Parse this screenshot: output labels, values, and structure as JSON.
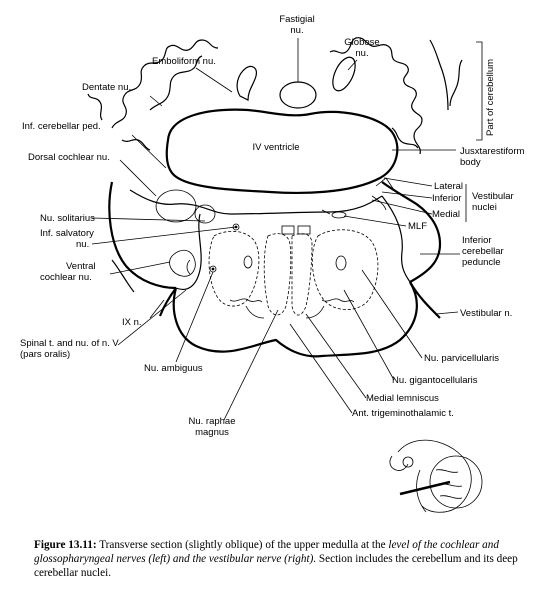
{
  "labels": {
    "fastigial_1": "Fastigial",
    "fastigial_2": "nu.",
    "globose_1": "Globose",
    "globose_2": "nu.",
    "emboliform": "Emboliform nu.",
    "dentate": "Dentate nu.",
    "part_of_cerebellum": "Part of cerebellum",
    "inf_cerebellar_ped": "Inf. cerebellar ped.",
    "iv_ventricle": "IV ventricle",
    "juxtarestiform_1": "Jusxtarestiform",
    "juxtarestiform_2": "body",
    "dorsal_cochlear": "Dorsal cochlear nu.",
    "lateral": "Lateral",
    "inferior": "Inferior",
    "medial": "Medial",
    "vestibular_nuclei_1": "Vestibular",
    "vestibular_nuclei_2": "nuclei",
    "mlf": "MLF",
    "nu_solitarius": "Nu. solitarius",
    "inf_salvatory_1": "Inf. salvatory",
    "inf_salvatory_2": "nu.",
    "icp_1": "Inferior",
    "icp_2": "cerebellar",
    "icp_3": "peduncle",
    "ventral_cochlear_1": "Ventral",
    "ventral_cochlear_2": "cochlear nu.",
    "vestibular_n": "Vestibular n.",
    "ix_n": "IX n.",
    "spinal_t_1": "Spinal t. and nu. of n. V",
    "spinal_t_2": "(pars oralis)",
    "nu_parvicellularis": "Nu. parvicellularis",
    "nu_ambiguus": "Nu. ambiguus",
    "nu_gigantocellularis": "Nu. gigantocellularis",
    "medial_lemniscus": "Medial lemniscus",
    "ant_trigeminothalamic": "Ant. trigeminothalamic t.",
    "nu_raphae_1": "Nu. raphae",
    "nu_raphae_2": "magnus"
  },
  "caption": {
    "figure_number": "Figure 13.11:",
    "text_1": "Transverse section (slightly oblique) of the upper medulla at the",
    "italic_1": "level of the cochlear and glossopharyngeal nerves (left) and the vestibular nerve (right).",
    "text_2": "Section includes the cerebellum and its deep cerebellar nuclei."
  }
}
